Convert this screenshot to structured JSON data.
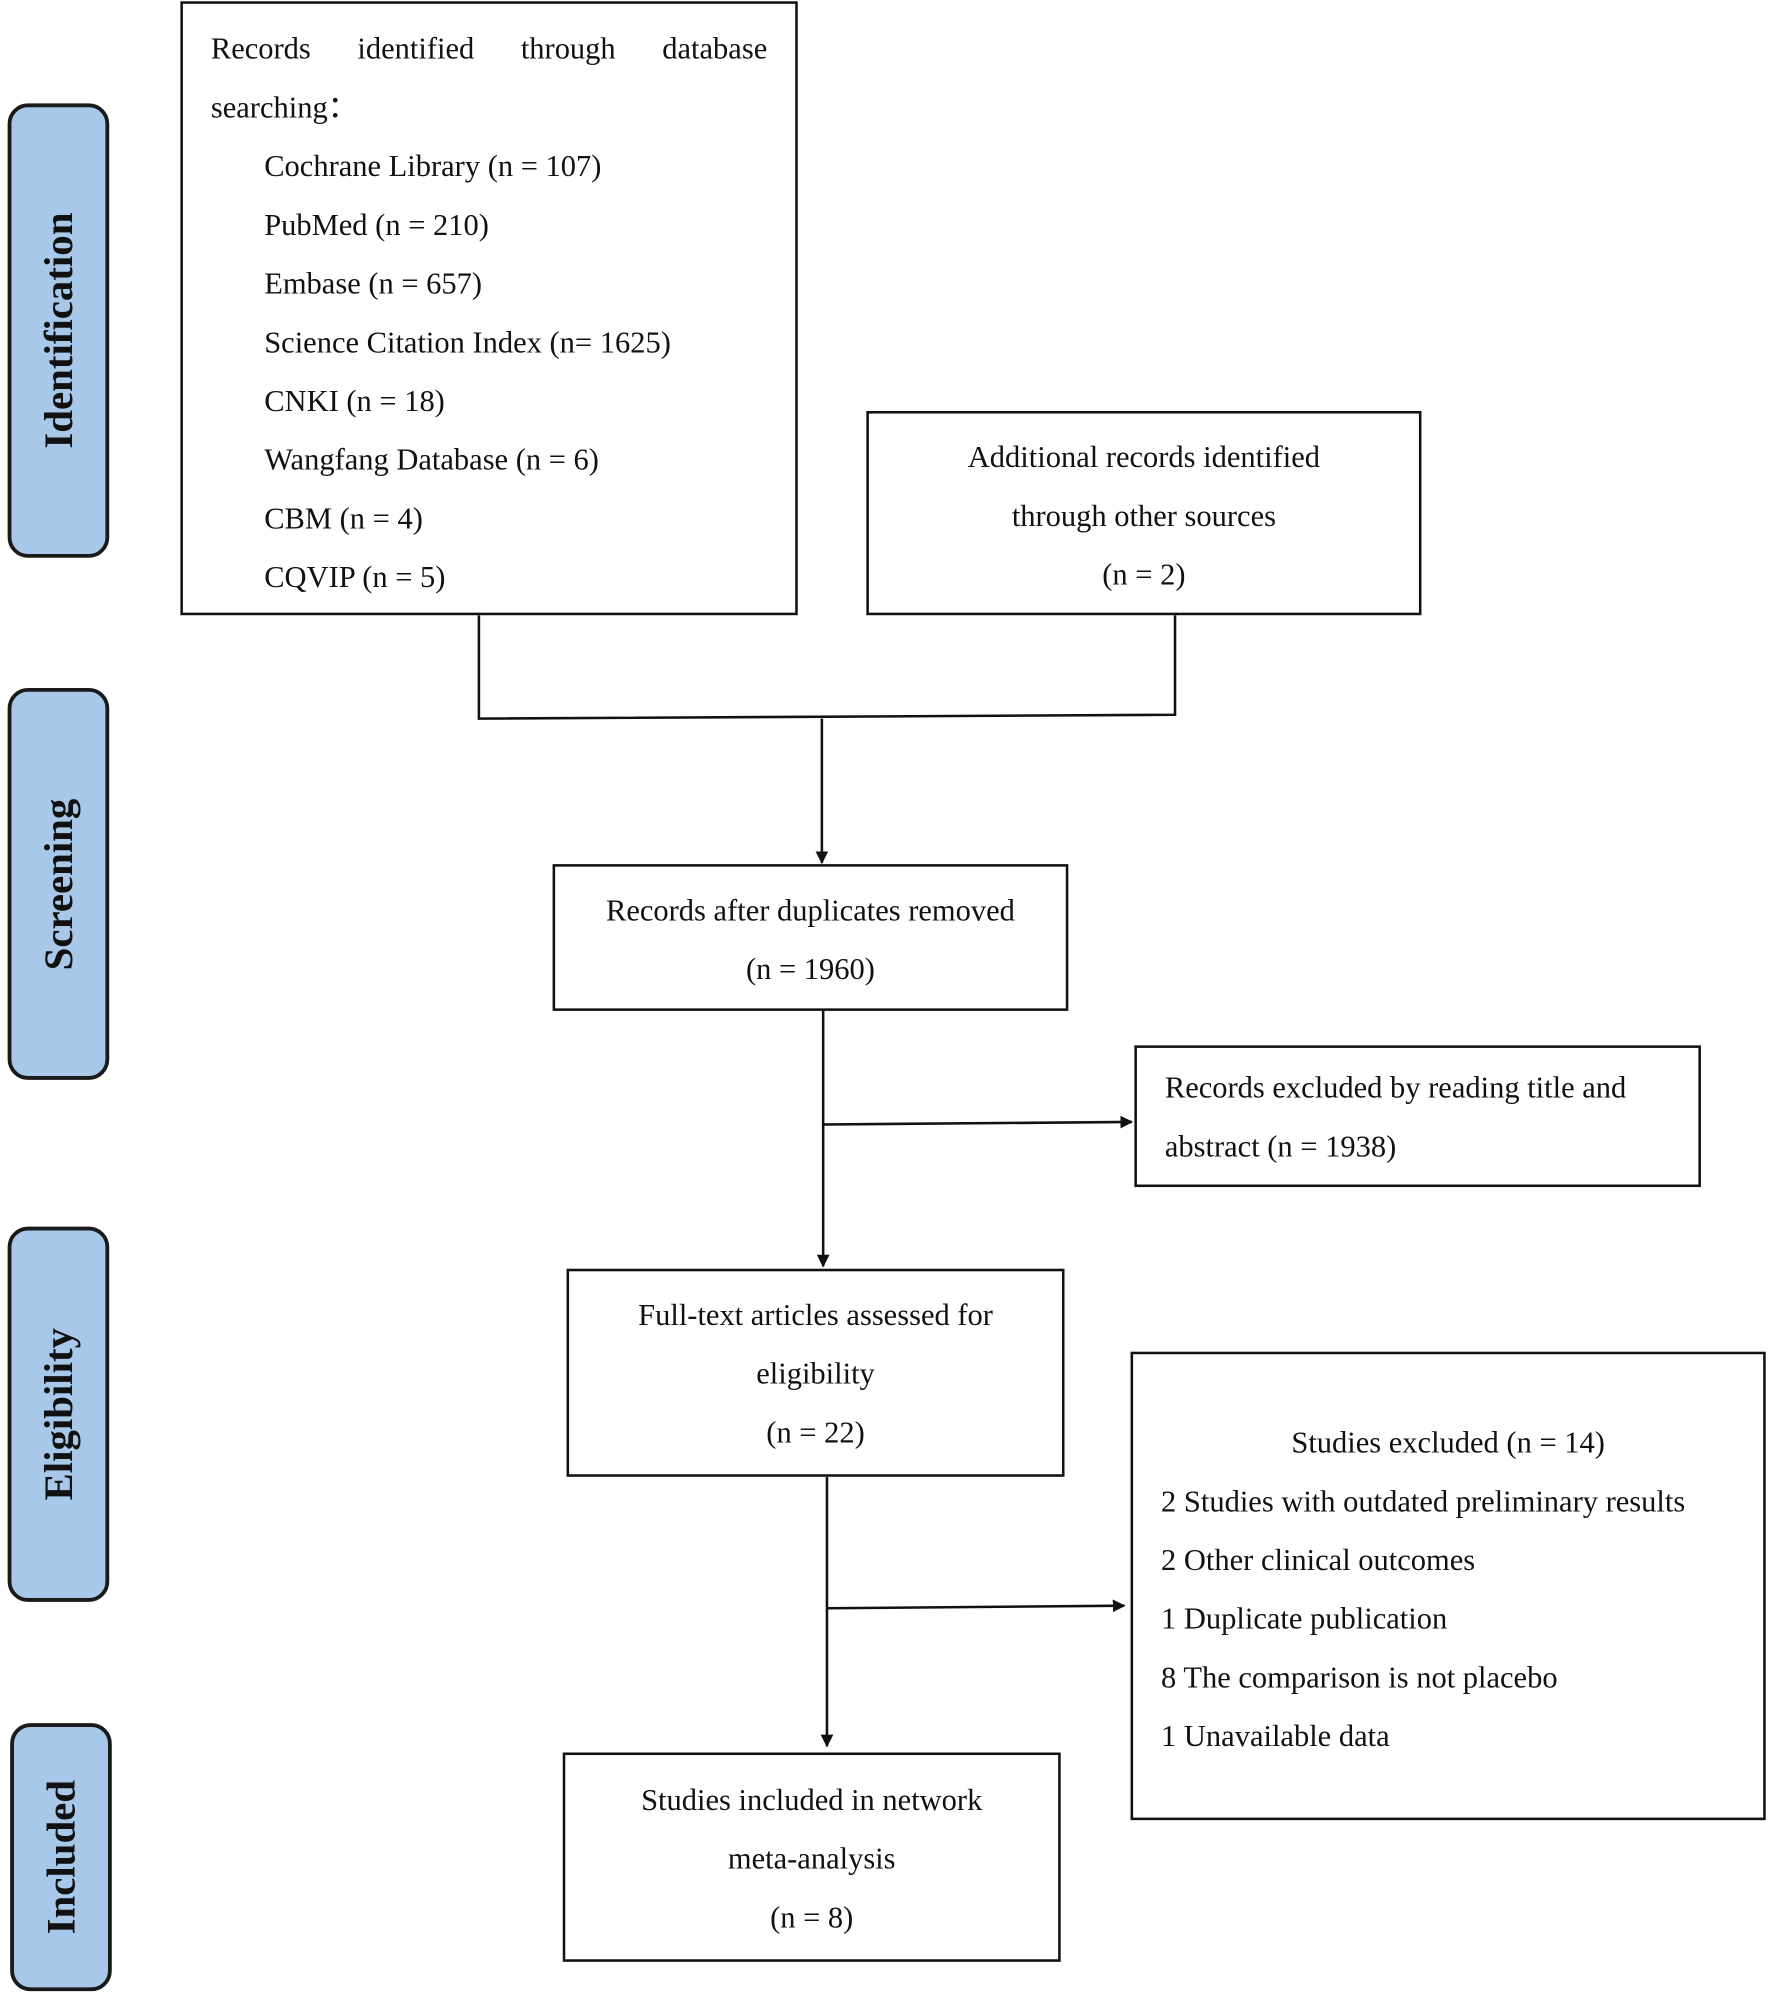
{
  "phases": {
    "identification": "Identification",
    "screening": "Screening",
    "eligibility": "Eligibility",
    "included": "Included"
  },
  "database_search": {
    "heading_line1_words": [
      "Records",
      "identified",
      "through",
      "database"
    ],
    "heading_line2": "searching：",
    "sources": [
      "Cochrane Library (n = 107)",
      "PubMed (n = 210)",
      "Embase (n = 657)",
      "Science Citation Index (n= 1625)",
      "CNKI (n = 18)",
      "Wangfang Database (n = 6)",
      "CBM (n = 4)",
      "CQVIP (n = 5)"
    ]
  },
  "other_sources": {
    "lines": [
      "Additional records identified",
      "through other sources",
      "(n = 2)"
    ]
  },
  "after_duplicates": {
    "lines": [
      "Records after duplicates removed",
      "(n = 1960)"
    ]
  },
  "excluded_title_abstract": {
    "lines": [
      "Records excluded by reading title and",
      "abstract (n = 1938)"
    ]
  },
  "full_text": {
    "lines": [
      "Full-text articles assessed for",
      "eligibility",
      "(n = 22)"
    ]
  },
  "studies_excluded": {
    "title": "Studies excluded (n = 14)",
    "reasons": [
      "2 Studies with outdated preliminary results",
      "2 Other clinical outcomes",
      "1 Duplicate publication",
      "8 The comparison is not placebo",
      "1 Unavailable data"
    ]
  },
  "included_studies": {
    "lines": [
      "Studies included in network",
      "meta-analysis",
      "(n = 8)"
    ]
  }
}
